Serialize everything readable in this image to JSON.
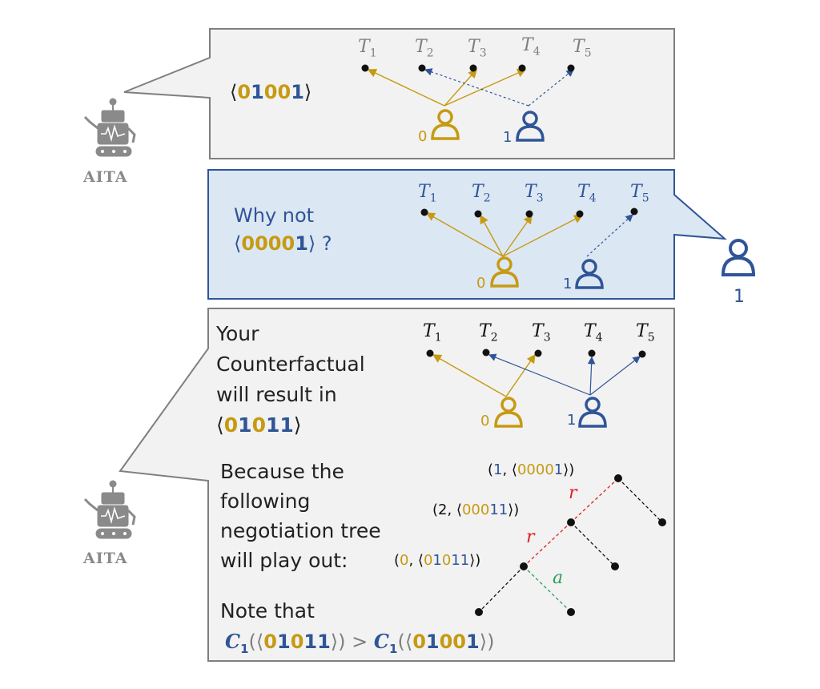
{
  "colors": {
    "gold": "#C69A12",
    "blue": "#2F5597",
    "red": "#E02020",
    "green": "#2EA05A",
    "panel_gray": "#F2F2F2",
    "panel_blue": "#DCE7F4"
  },
  "agent_label": "AITA",
  "panel1": {
    "bits": [
      "0",
      "1",
      "0",
      "0",
      "1"
    ],
    "tasks": [
      "T1",
      "T2",
      "T3",
      "T4",
      "T5"
    ],
    "agent0": "0",
    "agent1": "1"
  },
  "panel2": {
    "question_line1": "Why not",
    "bits": [
      "0",
      "0",
      "0",
      "0",
      "1"
    ],
    "question_mark": "?",
    "tasks": [
      "T1",
      "T2",
      "T3",
      "T4",
      "T5"
    ],
    "agent0": "0",
    "agent1": "1"
  },
  "user_label": "1",
  "panel3": {
    "result_lines": [
      "Your",
      "Counterfactual",
      "will result in"
    ],
    "result_bits": [
      "0",
      "1",
      "0",
      "1",
      "1"
    ],
    "tasks": [
      "T1",
      "T2",
      "T3",
      "T4",
      "T5"
    ],
    "agent0": "0",
    "agent1": "1",
    "because_lines": [
      "Because the",
      "following",
      "negotiation tree",
      "will play out:"
    ],
    "tree_nodes": [
      {
        "agent": "1",
        "bits": [
          "0",
          "0",
          "0",
          "0",
          "1"
        ]
      },
      {
        "agent": "2",
        "bits": [
          "0",
          "0",
          "0",
          "1",
          "1"
        ]
      },
      {
        "agent": "0",
        "bits": [
          "0",
          "1",
          "0",
          "1",
          "1"
        ]
      }
    ],
    "edge_labels": [
      "r",
      "r",
      "a"
    ],
    "note_label": "Note that",
    "note_fn": "C",
    "note_sub": "1",
    "note_lhs_bits": [
      "0",
      "1",
      "0",
      "1",
      "1"
    ],
    "note_rhs_bits": [
      "0",
      "1",
      "0",
      "0",
      "1"
    ],
    "note_op": ">"
  }
}
